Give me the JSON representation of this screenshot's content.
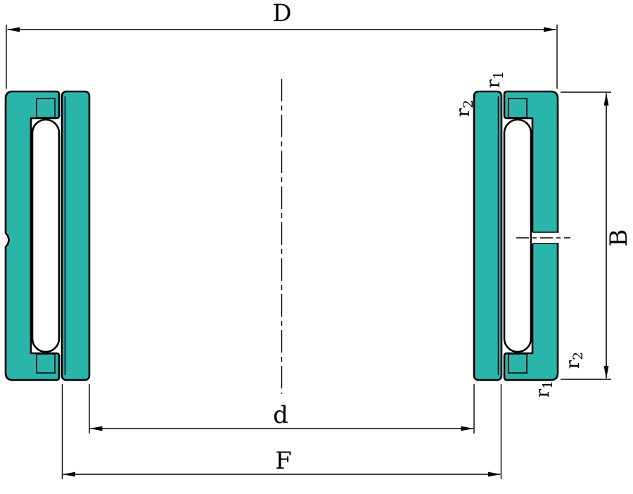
{
  "drawing": {
    "title": "needle-roller-bearing-cross-section",
    "colors": {
      "ring_fill": "#2ab5ab",
      "outline": "#000000",
      "background": "#ffffff"
    },
    "labels": {
      "outer_diameter": "D",
      "bore_diameter": "d",
      "flange_diameter": "F",
      "width": "B",
      "r": "r",
      "r1_sub": "1",
      "r2_sub": "2"
    }
  }
}
